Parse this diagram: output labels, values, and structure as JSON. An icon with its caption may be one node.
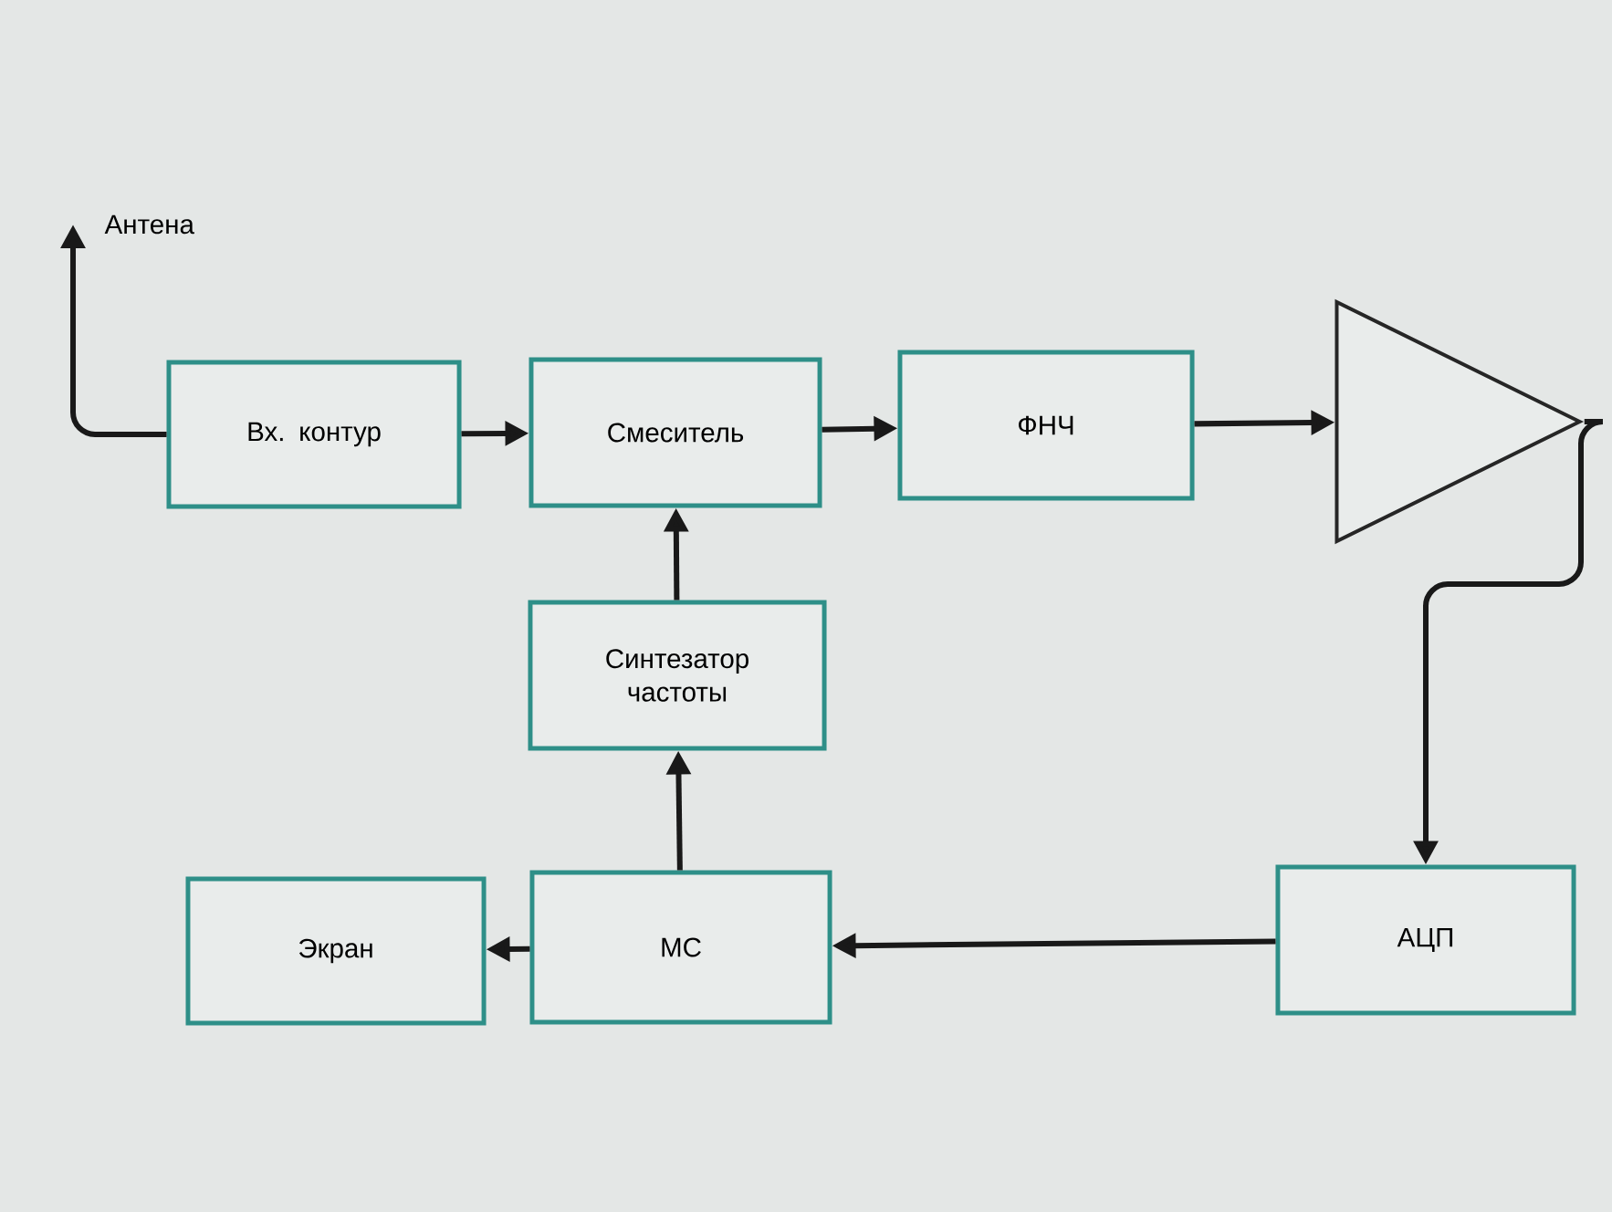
{
  "diagram": {
    "nodes": [
      {
        "text": [
          "Антена"
        ]
      },
      {
        "text": [
          "Вх. контур"
        ]
      },
      {
        "text": [
          "Смеситель"
        ]
      },
      {
        "text": [
          "ФНЧ"
        ]
      },
      {
        "text": [],
        "shape": "triangle"
      },
      {
        "text": [
          "Синтезатор частоты"
        ]
      },
      {
        "text": [
          "Экран"
        ]
      },
      {
        "text": [
          "МС"
        ]
      },
      {
        "text": [
          "АЦП"
        ]
      }
    ],
    "edges": [
      {
        "from": 1,
        "to": 0,
        "arrow": "to"
      },
      {
        "from": 1,
        "to": 2,
        "arrow": "to"
      },
      {
        "from": 2,
        "to": 3,
        "arrow": "to"
      },
      {
        "from": 3,
        "to": 4,
        "arrow": "to"
      },
      {
        "from": 4,
        "to": 8,
        "arrow": "to"
      },
      {
        "from": 8,
        "to": 7,
        "arrow": "to"
      },
      {
        "from": 7,
        "to": 6,
        "arrow": "to"
      },
      {
        "from": 7,
        "to": 5,
        "arrow": "to"
      },
      {
        "from": 5,
        "to": 2,
        "arrow": "to"
      }
    ]
  }
}
